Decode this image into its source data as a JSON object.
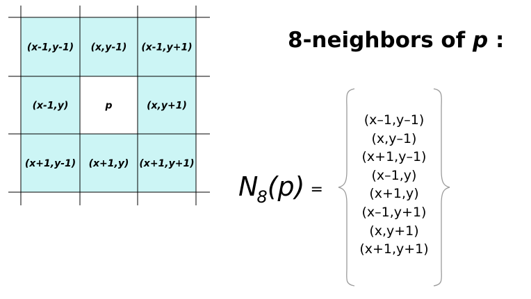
{
  "grid": {
    "rows": [
      [
        {
          "label": "(x-1,y-1)",
          "highlight": true
        },
        {
          "label": "(x,y-1)",
          "highlight": true
        },
        {
          "label": "(x-1,y+1)",
          "highlight": true
        }
      ],
      [
        {
          "label": "(x-1,y)",
          "highlight": true
        },
        {
          "label": "p",
          "highlight": false
        },
        {
          "label": "(x,y+1)",
          "highlight": true
        }
      ],
      [
        {
          "label": "(x+1,y-1)",
          "highlight": true
        },
        {
          "label": "(x+1,y)",
          "highlight": true
        },
        {
          "label": "(x+1,y+1)",
          "highlight": true
        }
      ]
    ]
  },
  "title": {
    "text": "8-neighbors of ",
    "symbol": "p",
    "suffix": " :"
  },
  "formula": {
    "N": "N",
    "subscript": "8",
    "arg": "(p)",
    "equals": "="
  },
  "set_items": [
    "(x–1,y–1)",
    "(x,y–1)",
    "(x+1,y–1)",
    "(x–1,y)",
    "(x+1,y)",
    "(x–1,y+1)",
    "(x,y+1)",
    "(x+1,y+1)"
  ],
  "colors": {
    "highlight": "#ccf5f5",
    "plain": "#ffffff",
    "line": "#000000",
    "brace": "#9a9a9a"
  }
}
